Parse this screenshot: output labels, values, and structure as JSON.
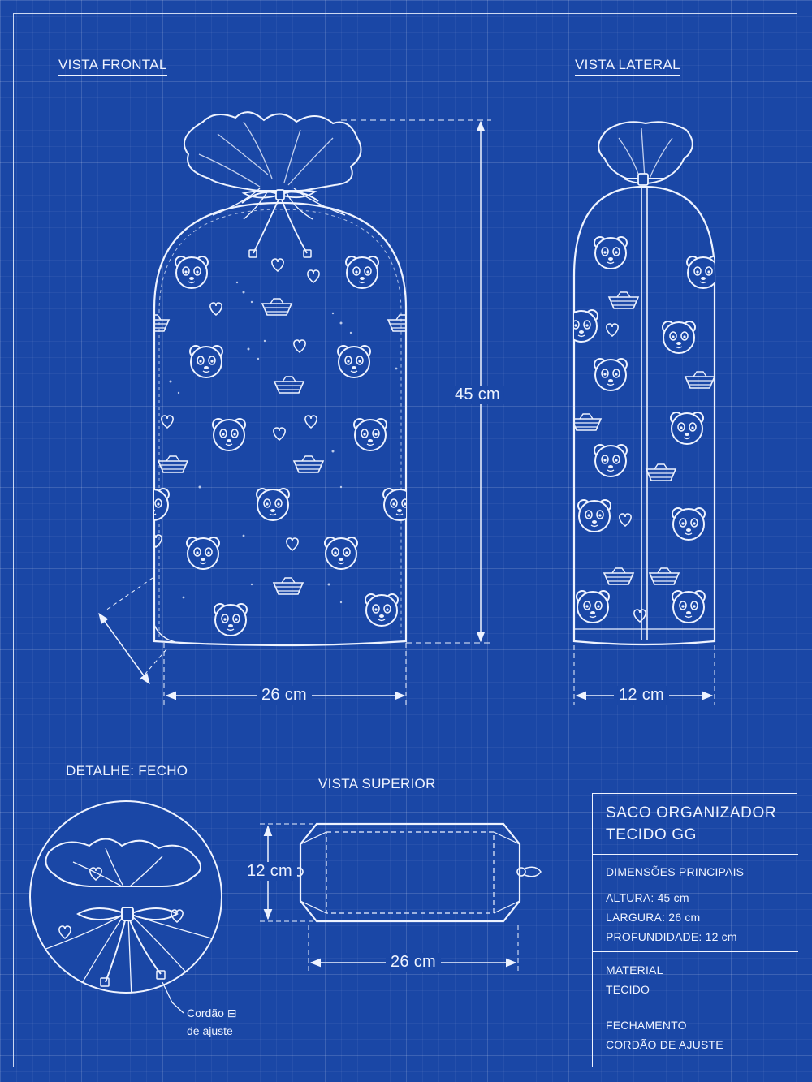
{
  "views": {
    "front": "VISTA FRONTAL",
    "side": "VISTA LATERAL",
    "detail": "DETALHE: FECHO",
    "top": "VISTA SUPERIOR"
  },
  "dimensions": {
    "height": "45 cm",
    "width": "26 cm",
    "depth": "12 cm",
    "top_depth": "12 cm",
    "top_width": "26 cm"
  },
  "callout": {
    "line1": "Cordão ⊟",
    "line2": "de ajuste"
  },
  "title_block": {
    "title_line1": "SACO ORGANIZADOR",
    "title_line2": "TECIDO GG",
    "dims_header": "DIMENSÕES PRINCIPAIS",
    "dim_height": "ALTURA: 45 cm",
    "dim_width": "LARGURA: 26 cm",
    "dim_depth": "PROFUNDIDADE: 12 cm",
    "material_header": "MATERIAL",
    "material_value": "TECIDO",
    "closure_header": "FECHAMENTO",
    "closure_value": "CORDÃO DE AJUSTE"
  },
  "colors": {
    "background": "#1a47a6",
    "line": "#eef3ff"
  },
  "icons": [
    "bear-face-icon",
    "heart-icon",
    "bowl-icon",
    "drawstring-knot-icon"
  ]
}
